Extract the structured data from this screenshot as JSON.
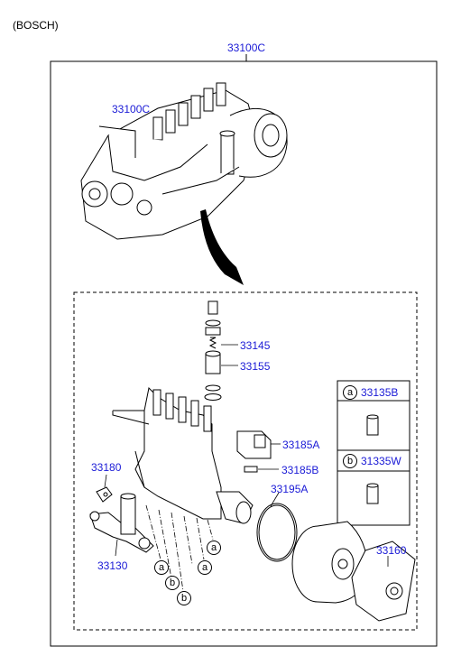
{
  "header": {
    "note": "(BOSCH)",
    "main_part": "33100C"
  },
  "parts": {
    "assembly": "33100C",
    "p33145": "33145",
    "p33155": "33155",
    "p33185A": "33185A",
    "p33185B": "33185B",
    "p33180": "33180",
    "p33195A": "33195A",
    "p33130": "33130",
    "p33160": "33160"
  },
  "legend": {
    "a": {
      "letter": "a",
      "part": "33135B"
    },
    "b": {
      "letter": "b",
      "part": "31335W"
    }
  },
  "callouts": [
    "a",
    "a",
    "a",
    "b",
    "b"
  ]
}
